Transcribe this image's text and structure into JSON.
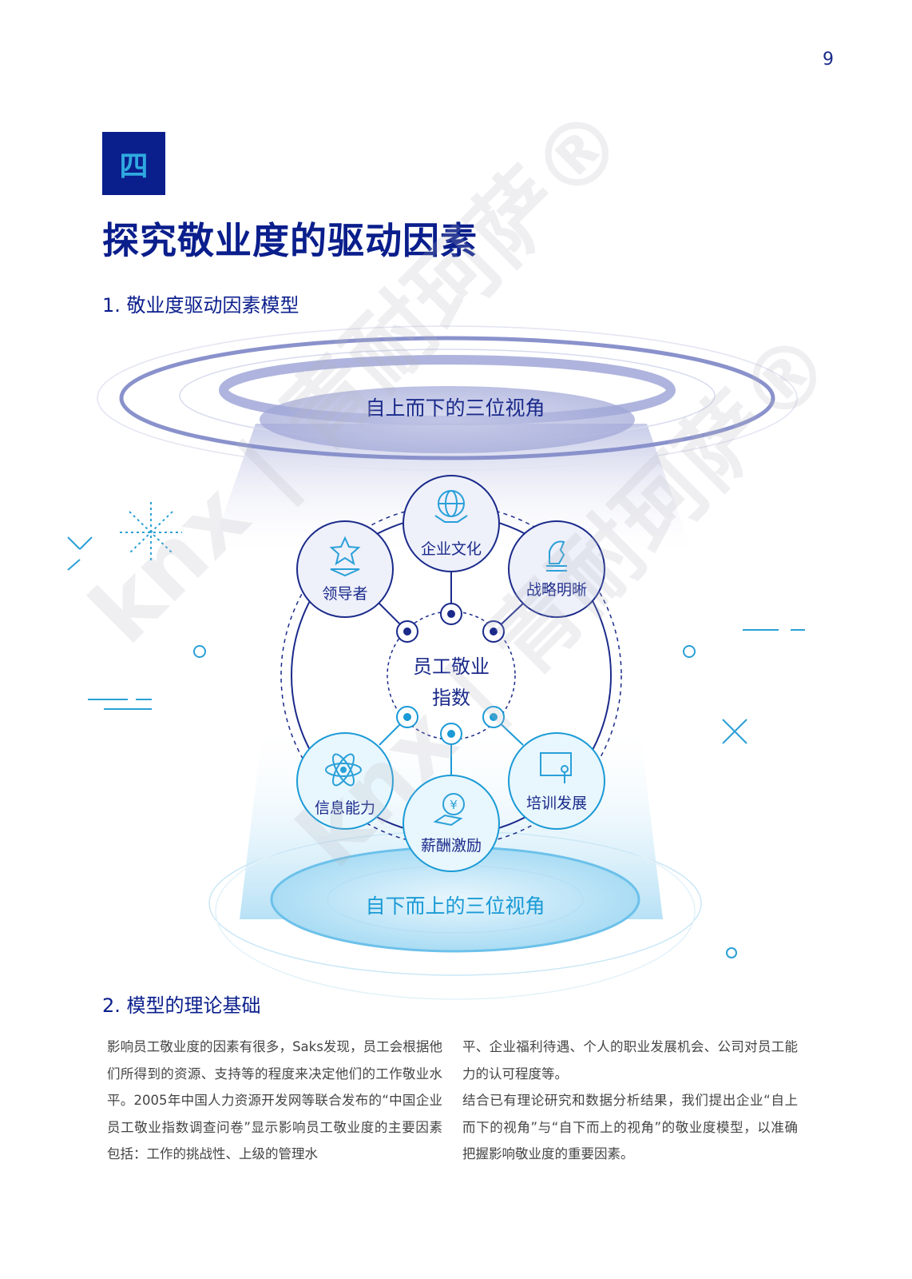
{
  "page_number": "9",
  "chapter_number": "四",
  "title": "探究敬业度的驱动因素",
  "section1": {
    "heading": "1. 敬业度驱动因素模型"
  },
  "diagram": {
    "top_label": "自上而下的三位视角",
    "bottom_label": "自下而上的三位视角",
    "center_label_line1": "员工敬业",
    "center_label_line2": "指数",
    "nodes": [
      {
        "label": "企业文化",
        "icon": "globe-handshake-icon"
      },
      {
        "label": "领导者",
        "icon": "star-leader-icon"
      },
      {
        "label": "战略明晰",
        "icon": "chess-knight-icon"
      },
      {
        "label": "信息能力",
        "icon": "atom-icon"
      },
      {
        "label": "薪酬激励",
        "icon": "yen-hand-icon"
      },
      {
        "label": "培训发展",
        "icon": "presentation-board-icon"
      }
    ],
    "colors": {
      "top": "#1a2a8a",
      "bottom": "#1a9ad6"
    }
  },
  "section2": {
    "heading": "2. 模型的理论基础",
    "col1": "影响员工敬业度的因素有很多，Saks发现，员工会根据他们所得到的资源、支持等的程度来决定他们的工作敬业水平。2005年中国人力资源开发网等联合发布的“中国企业员工敬业指数调查问卷”显示影响员工敬业度的主要因素包括：工作的挑战性、上级的管理水",
    "col2_p1": "平、企业福利待遇、个人的职业发展机会、公司对员工能力的认可程度等。",
    "col2_p2": "结合已有理论研究和数据分析结果，我们提出企业“自上而下的视角”与“自下而上的视角”的敬业度模型，以准确把握影响敬业度的重要因素。"
  },
  "watermark": "knx | 青耐珂萨®"
}
